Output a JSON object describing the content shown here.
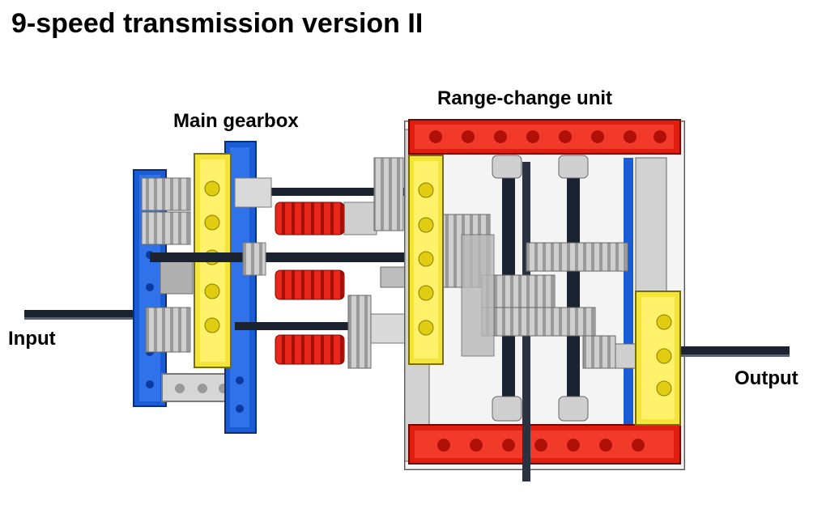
{
  "title": "9-speed transmission version II",
  "labels": {
    "main_gearbox": "Main gearbox",
    "range_change_unit": "Range-change unit",
    "input": "Input",
    "output": "Output"
  },
  "colors": {
    "blue_beam": "#1a5bd6",
    "yellow_beam": "#f2e438",
    "red_beam": "#e01e10",
    "grey_part": "#c8c8c8",
    "dark_axle": "#1c2330",
    "gear_grey": "#bdbdbd"
  }
}
